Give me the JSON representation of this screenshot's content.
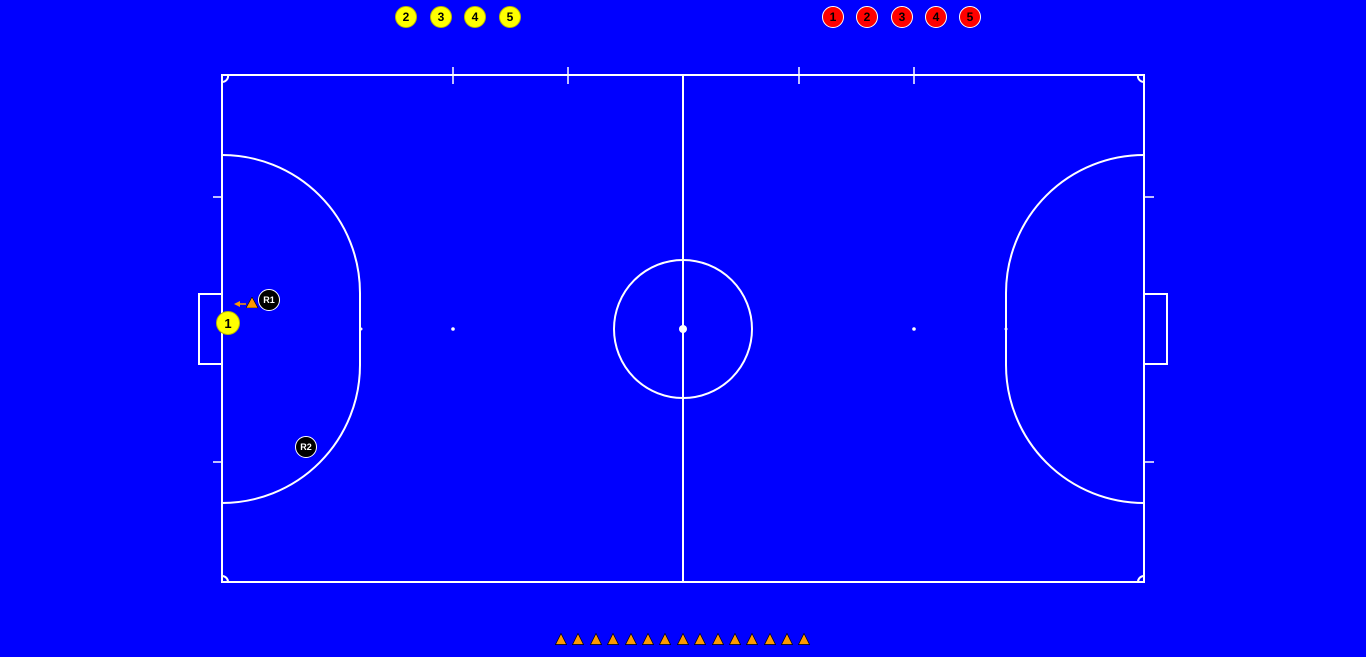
{
  "board": {
    "background_color": "#0000ff",
    "line_color": "#ffffff"
  },
  "bench": {
    "yellow_subs": [
      "2",
      "3",
      "4",
      "5"
    ],
    "red_team": [
      "1",
      "2",
      "3",
      "4",
      "5"
    ]
  },
  "on_court": {
    "yellow_player": "1",
    "referee_1": "R1",
    "referee_2": "R2"
  },
  "colors": {
    "yellow": "#ffff00",
    "red": "#ff0000",
    "black": "#000000",
    "cone_orange": "#ff9a00"
  },
  "cones": {
    "count": 15,
    "icon": "cone-icon"
  }
}
